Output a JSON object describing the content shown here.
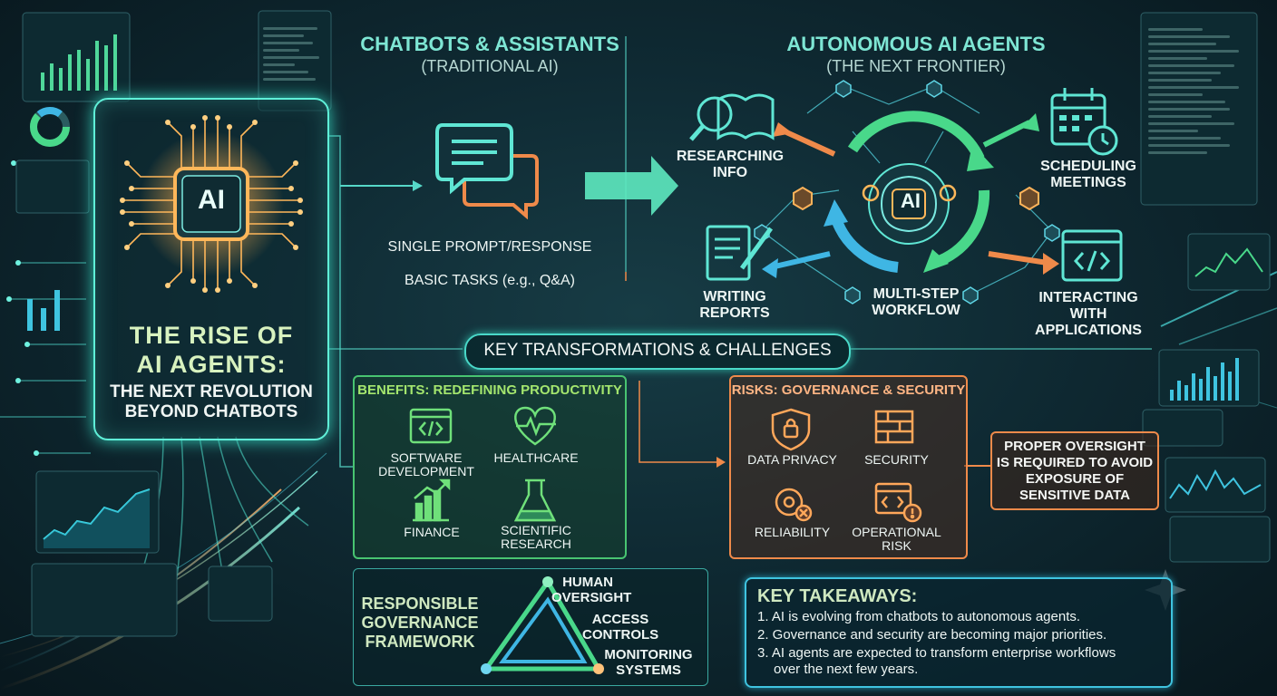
{
  "hero": {
    "chip_label": "AI",
    "title_line1": "THE RISE OF",
    "title_line2": "AI AGENTS:",
    "subtitle_line1": "THE NEXT REVOLUTION",
    "subtitle_line2": "BEYOND CHATBOTS"
  },
  "chatbots": {
    "title": "CHATBOTS & ASSISTANTS",
    "subtitle": "(TRADITIONAL AI)",
    "item1": "SINGLE PROMPT/RESPONSE",
    "item2": "BASIC TASKS (e.g., Q&A)"
  },
  "agents": {
    "title": "AUTONOMOUS AI AGENTS",
    "subtitle": "(THE NEXT FRONTIER)",
    "hub_label": "AI",
    "research_l1": "RESEARCHING",
    "research_l2": "INFO",
    "writing_l1": "WRITING",
    "writing_l2": "REPORTS",
    "workflow_l1": "MULTI-STEP",
    "workflow_l2": "WORKFLOW",
    "scheduling_l1": "SCHEDULING",
    "scheduling_l2": "MEETINGS",
    "apps_l1": "INTERACTING",
    "apps_l2": "WITH",
    "apps_l3": "APPLICATIONS"
  },
  "section_title": "KEY TRANSFORMATIONS & CHALLENGES",
  "benefits": {
    "title": "BENEFITS: REDEFINING PRODUCTIVITY",
    "software_l1": "SOFTWARE",
    "software_l2": "DEVELOPMENT",
    "healthcare": "HEALTHCARE",
    "finance": "FINANCE",
    "science_l1": "SCIENTIFIC",
    "science_l2": "RESEARCH"
  },
  "risks": {
    "title": "RISKS: GOVERNANCE & SECURITY",
    "privacy": "DATA PRIVACY",
    "security": "SECURITY",
    "reliability": "RELIABILITY",
    "op_l1": "OPERATIONAL",
    "op_l2": "RISK"
  },
  "oversight": {
    "l1": "PROPER OVERSIGHT",
    "l2": "IS REQUIRED TO AVOID",
    "l3": "EXPOSURE OF",
    "l4": "SENSITIVE DATA"
  },
  "governance": {
    "title_l1": "RESPONSIBLE",
    "title_l2": "GOVERNANCE",
    "title_l3": "FRAMEWORK",
    "human_l1": "HUMAN",
    "human_l2": "OVERSIGHT",
    "access_l1": "ACCESS",
    "access_l2": "CONTROLS",
    "monitor_l1": "MONITORING",
    "monitor_l2": "SYSTEMS"
  },
  "takeaways": {
    "title": "KEY TAKEAWAYS:",
    "item1": "1. AI is evolving from chatbots to autonomous agents.",
    "item2": "2. Governance and security are becoming major priorities.",
    "item3": "3. AI agents are expected to transform enterprise workflows",
    "item3b": "over the next few years."
  },
  "colors": {
    "teal": "#5ff0d8",
    "green": "#48c471",
    "orange": "#ef8a4a",
    "blue": "#3fc4e0"
  }
}
